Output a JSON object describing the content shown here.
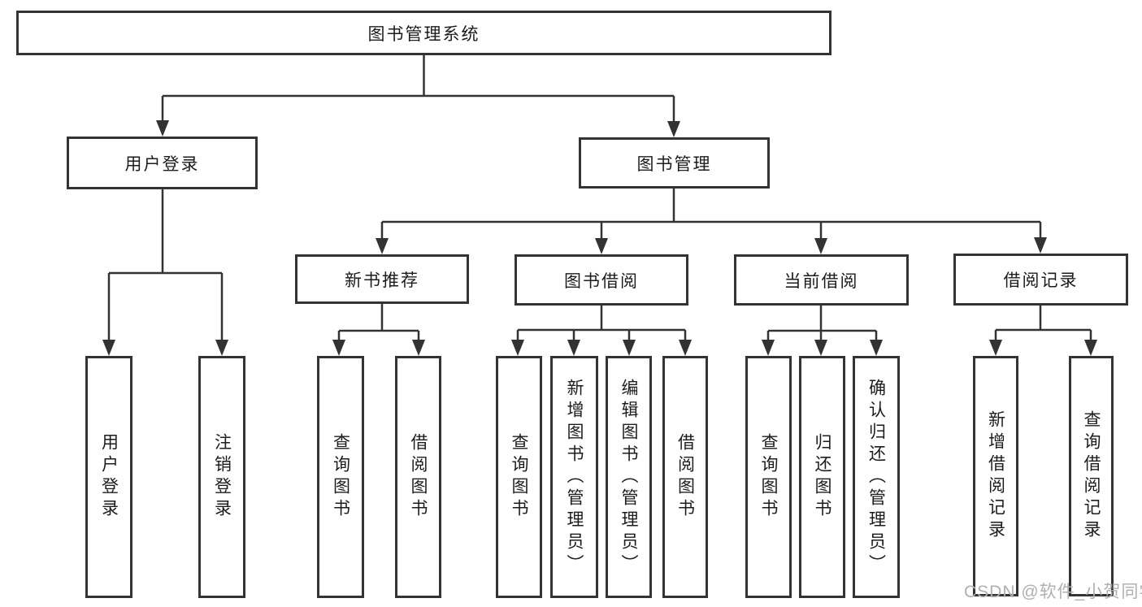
{
  "diagram": {
    "root": "图书管理系统",
    "branches": [
      {
        "label": "用户登录",
        "leaves": [
          "用户登录",
          "注销登录"
        ]
      },
      {
        "label": "图书管理",
        "sections": [
          {
            "label": "新书推荐",
            "leaves": [
              "查询图书",
              "借阅图书"
            ]
          },
          {
            "label": "图书借阅",
            "leaves": [
              "查询图书",
              "新增图书（管理员）",
              "编辑图书（管理员）",
              "借阅图书"
            ]
          },
          {
            "label": "当前借阅",
            "leaves": [
              "查询图书",
              "归还图书",
              "确认归还（管理员）"
            ]
          },
          {
            "label": "借阅记录",
            "leaves": [
              "新增借阅记录",
              "查询借阅记录"
            ]
          }
        ]
      }
    ]
  },
  "watermark": "CSDN @软件_小贺同学",
  "colors": {
    "line": "#333333",
    "text": "#1c1c1c",
    "watermark": "#b0b0b0",
    "background": "#ffffff"
  }
}
